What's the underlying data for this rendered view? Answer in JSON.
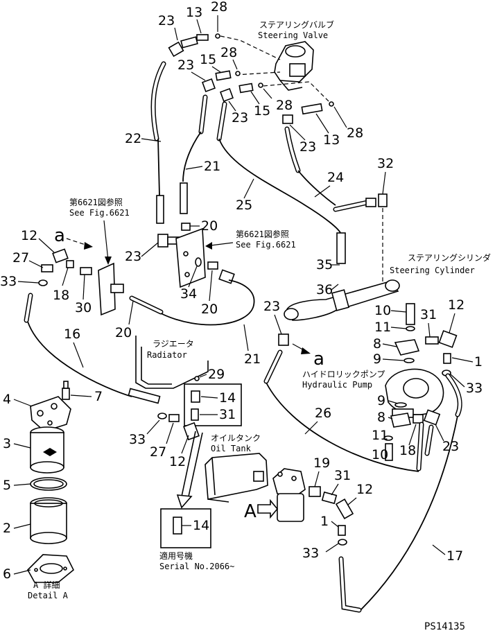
{
  "labels": {
    "steering_valve_jp": "ステアリングバルブ",
    "steering_valve_en": "Steering Valve",
    "see_fig_jp_left": "第6621図参照",
    "see_fig_en_left": "See Fig.6621",
    "see_fig_jp_right": "第6621図参照",
    "see_fig_en_right": "See Fig.6621",
    "steering_cylinder_jp": "ステアリングシリンダ",
    "steering_cylinder_en": "Steering Cylinder",
    "radiator_jp": "ラジエータ",
    "radiator_en": "Radiator",
    "hydraulic_pump_jp": "ハイドロリックポンプ",
    "hydraulic_pump_en": "Hydraulic Pump",
    "oil_tank_jp": "オイルタンク",
    "oil_tank_en": "Oil Tank",
    "detail_jp": "A 詳細",
    "detail_en": "Detail A",
    "serial_jp": "適用号機",
    "serial_en": "Serial No.2066~",
    "view_marker": "A",
    "connection_marker_left": "a",
    "connection_marker_right": "a",
    "drawing_code": "PS14135"
  },
  "callouts": {
    "c1": "23",
    "c2": "13",
    "c3": "28",
    "c4": "23",
    "c5": "15",
    "c6": "28",
    "c7": "23",
    "c8": "15",
    "c9": "28",
    "c10": "23",
    "c11": "13",
    "c12": "28",
    "c13": "22",
    "c14": "21",
    "c15": "25",
    "c16": "24",
    "c17": "32",
    "c18": "20",
    "c19": "23",
    "c20": "12",
    "c21": "27",
    "c22": "33",
    "c23": "18",
    "c24": "30",
    "c25": "34",
    "c26": "20",
    "c27": "35",
    "c28": "36",
    "c29": "20",
    "c30": "23",
    "c31": "10",
    "c32": "11",
    "c33": "31",
    "c34": "12",
    "c35": "8",
    "c36": "9",
    "c37": "1",
    "c38": "33",
    "c39": "21",
    "c40": "16",
    "c41": "29",
    "c42": "14",
    "c43": "31",
    "c44": "4",
    "c45": "7",
    "c46": "3",
    "c47": "5",
    "c48": "2",
    "c49": "6",
    "c50": "33",
    "c51": "27",
    "c52": "12",
    "c53": "26",
    "c54": "9",
    "c55": "8",
    "c56": "11",
    "c57": "10",
    "c58": "18",
    "c59": "23",
    "c60": "19",
    "c61": "31",
    "c62": "12",
    "c63": "1",
    "c64": "33",
    "c65": "17",
    "c66": "14"
  }
}
